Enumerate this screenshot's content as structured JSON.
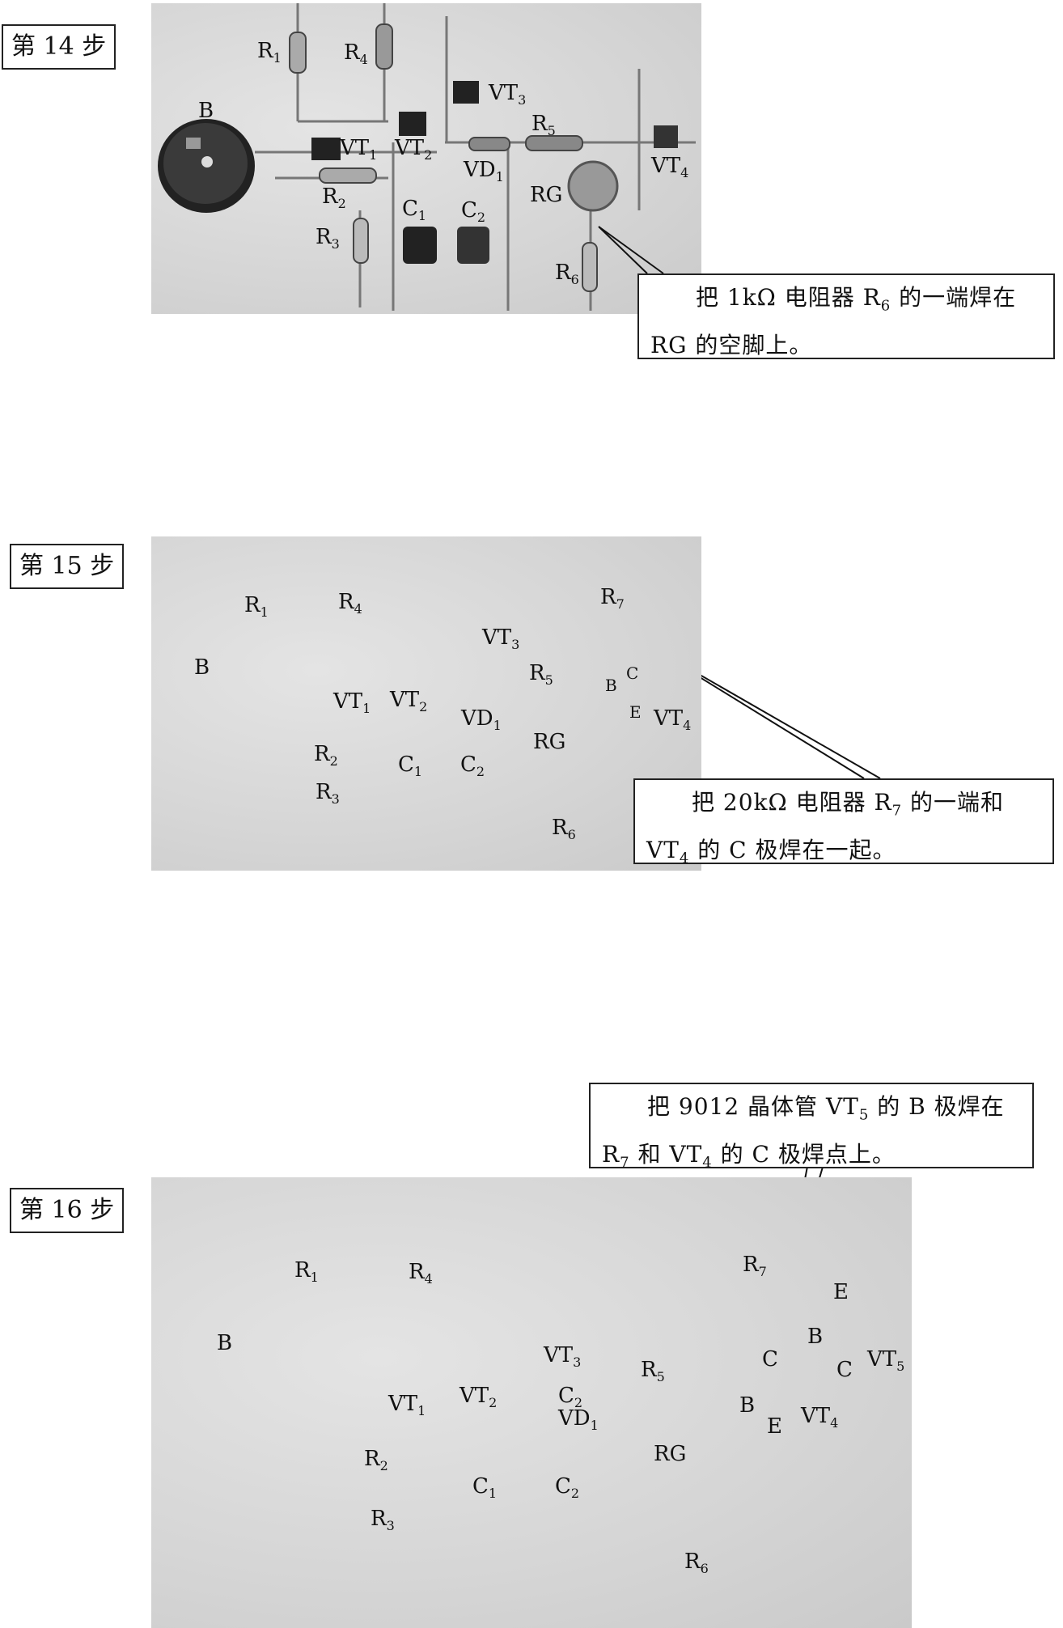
{
  "steps": [
    {
      "label": "第 14 步",
      "callout": {
        "line1": "把 1kΩ 电阻器 R",
        "line1_sub": "6",
        "line1_end": " 的一端焊在",
        "line2": "RG 的空脚上。"
      },
      "components": {
        "B": "B",
        "R1": "R",
        "R1s": "1",
        "R4": "R",
        "R4s": "4",
        "VT3": "VT",
        "VT3s": "3",
        "VT1": "VT",
        "VT1s": "1",
        "VT2": "VT",
        "VT2s": "2",
        "R5": "R",
        "R5s": "5",
        "VD1": "VD",
        "VD1s": "1",
        "VT4": "VT",
        "VT4s": "4",
        "R2": "R",
        "R2s": "2",
        "C1": "C",
        "C1s": "1",
        "C2": "C",
        "C2s": "2",
        "RG": "RG",
        "R3": "R",
        "R3s": "3",
        "R6": "R",
        "R6s": "6"
      }
    },
    {
      "label": "第 15 步",
      "callout": {
        "line1": "把 20kΩ 电阻器 R",
        "line1_sub": "7",
        "line1_end": " 的一端和",
        "line2": "VT",
        "line2_sub": "4",
        "line2_end": " 的 C 极焊在一起。"
      },
      "components": {
        "R1": "R",
        "R1s": "1",
        "R4": "R",
        "R4s": "4",
        "R7": "R",
        "R7s": "7",
        "B": "B",
        "VT3": "VT",
        "VT3s": "3",
        "R5": "R",
        "R5s": "5",
        "pinB": "B",
        "pinC": "C",
        "pinE": "E",
        "VT1": "VT",
        "VT1s": "1",
        "VT2": "VT",
        "VT2s": "2",
        "VT4": "VT",
        "VT4s": "4",
        "VD1": "VD",
        "VD1s": "1",
        "RG": "RG",
        "R2": "R",
        "R2s": "2",
        "C1": "C",
        "C1s": "1",
        "C2": "C",
        "C2s": "2",
        "R3": "R",
        "R3s": "3",
        "R6": "R",
        "R6s": "6"
      }
    },
    {
      "label": "第 16 步",
      "callout": {
        "line1": "把 9012 晶体管 VT",
        "line1_sub": "5",
        "line1_end": " 的 B 极焊在",
        "line2": "R",
        "line2_sub": "7",
        "line2_mid": " 和 VT",
        "line2_sub2": "4",
        "line2_end": " 的 C 极焊点上。"
      },
      "components": {
        "R1": "R",
        "R1s": "1",
        "R4": "R",
        "R4s": "4",
        "R7": "R",
        "R7s": "7",
        "E1": "E",
        "B": "B",
        "VT3": "VT",
        "VT3s": "3",
        "pinB1": "B",
        "VT5": "VT",
        "VT5s": "5",
        "pinC1": "C",
        "pinC2": "C",
        "R5": "R",
        "R5s": "5",
        "VT1": "VT",
        "VT1s": "1",
        "VT2": "VT",
        "VT2s": "2",
        "C2a": "C",
        "C2as": "2",
        "VD1": "VD",
        "VD1s": "1",
        "pinB2": "B",
        "pinE2": "E",
        "VT4": "VT",
        "VT4s": "4",
        "RG": "RG",
        "R2": "R",
        "R2s": "2",
        "C1": "C",
        "C1s": "1",
        "C2": "C",
        "C2s": "2",
        "R3": "R",
        "R3s": "3",
        "R6": "R",
        "R6s": "6"
      }
    }
  ]
}
